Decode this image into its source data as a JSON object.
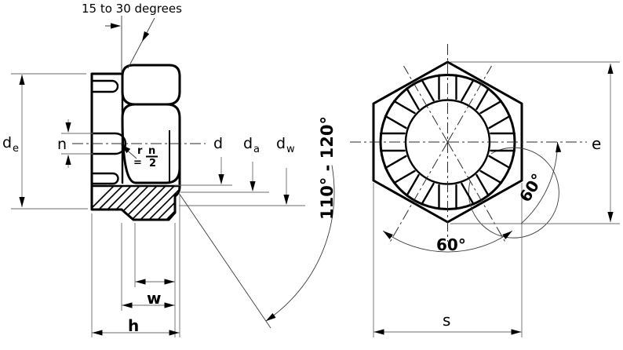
{
  "drawing": {
    "subject": "castellated-crown-nut-technical-drawing",
    "views": [
      "side-section-view",
      "hex-end-view"
    ]
  },
  "labels": {
    "slot_angle": "15 to 30 degrees",
    "de_base": "d",
    "de_sub": "e",
    "n": "n",
    "d": "d",
    "da_base": "d",
    "da_sub": "a",
    "dw_base": "d",
    "dw_sub": "w",
    "r_eq": {
      "r": "r",
      "eq": "=",
      "num": "n",
      "den": "2"
    },
    "w": "w",
    "h": "h",
    "s": "s",
    "e": "e",
    "angle60_bottom": "60°",
    "angle60_right": "60°",
    "angle110": "110° - 120°"
  },
  "colors": {
    "ink": "#000000",
    "thin_line": "#6b6b6b",
    "background": "#ffffff"
  }
}
